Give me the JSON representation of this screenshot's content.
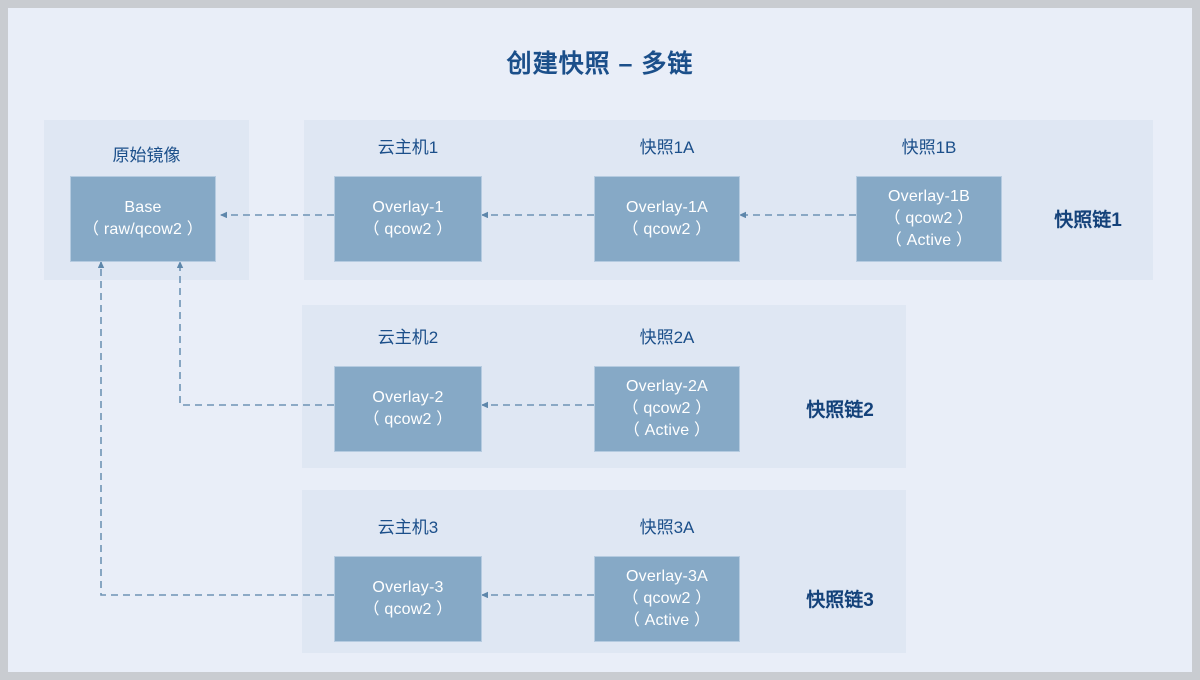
{
  "title": "创建快照 – 多链",
  "colors": {
    "canvas": "#e9eef8",
    "panel": "#dfe7f3",
    "node_fill": "#86a9c6",
    "node_border": "#b5cbe0",
    "title_text": "#1b4f8a",
    "caption_text": "#1b4f8a",
    "chain_label_text": "#14427a",
    "connector": "#6f94b5",
    "page_border": "#c9ccd1"
  },
  "base_group": {
    "caption": "原始镜像",
    "node": {
      "line1": "Base",
      "line2": "（ raw/qcow2 ）"
    }
  },
  "chains": [
    {
      "label": "快照链1",
      "nodes": [
        {
          "caption": "云主机1",
          "line1": "Overlay-1",
          "line2": "（ qcow2 ）",
          "line3": ""
        },
        {
          "caption": "快照1A",
          "line1": "Overlay-1A",
          "line2": "（ qcow2 ）",
          "line3": ""
        },
        {
          "caption": "快照1B",
          "line1": "Overlay-1B",
          "line2": "（ qcow2 ）",
          "line3": "（ Active ）"
        }
      ]
    },
    {
      "label": "快照链2",
      "nodes": [
        {
          "caption": "云主机2",
          "line1": "Overlay-2",
          "line2": "（ qcow2 ）",
          "line3": ""
        },
        {
          "caption": "快照2A",
          "line1": "Overlay-2A",
          "line2": "（ qcow2 ）",
          "line3": "（ Active ）"
        }
      ]
    },
    {
      "label": "快照链3",
      "nodes": [
        {
          "caption": "云主机3",
          "line1": "Overlay-3",
          "line2": "（ qcow2 ）",
          "line3": ""
        },
        {
          "caption": "快照3A",
          "line1": "Overlay-3A",
          "line2": "（ qcow2 ）",
          "line3": "（ Active ）"
        }
      ]
    }
  ]
}
